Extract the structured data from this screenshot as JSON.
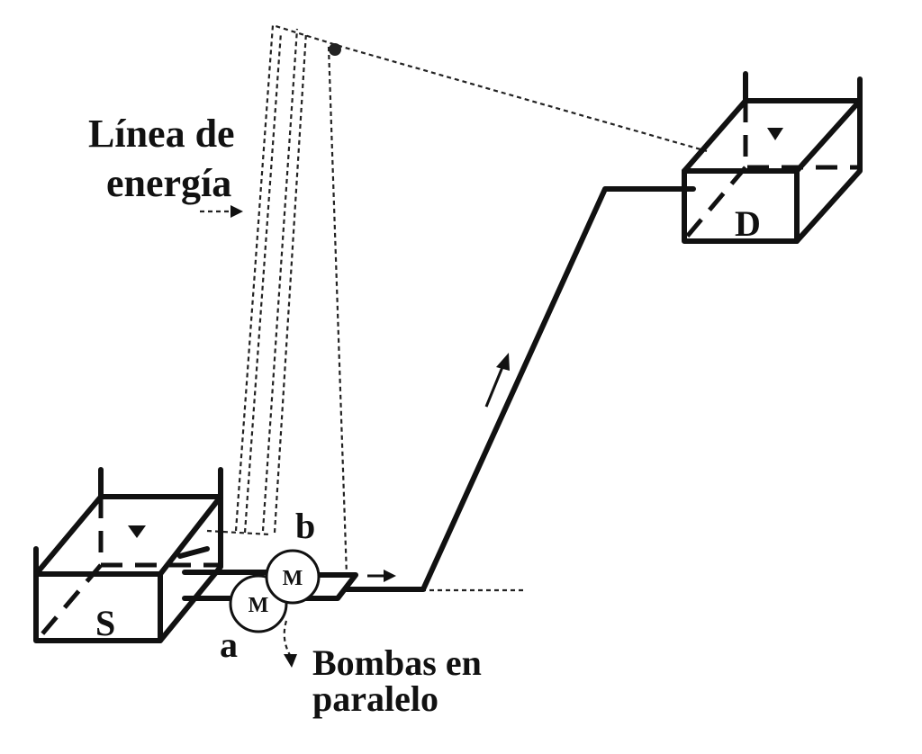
{
  "labels": {
    "energy_line_line1": "Línea de",
    "energy_line_line2": "energía",
    "tank_source": "S",
    "tank_destination": "D",
    "point_a": "a",
    "point_b": "b",
    "pump_symbol_a": "M",
    "pump_symbol_b": "M",
    "pumps_line1": "Bombas en",
    "pumps_line2": "paralelo"
  }
}
